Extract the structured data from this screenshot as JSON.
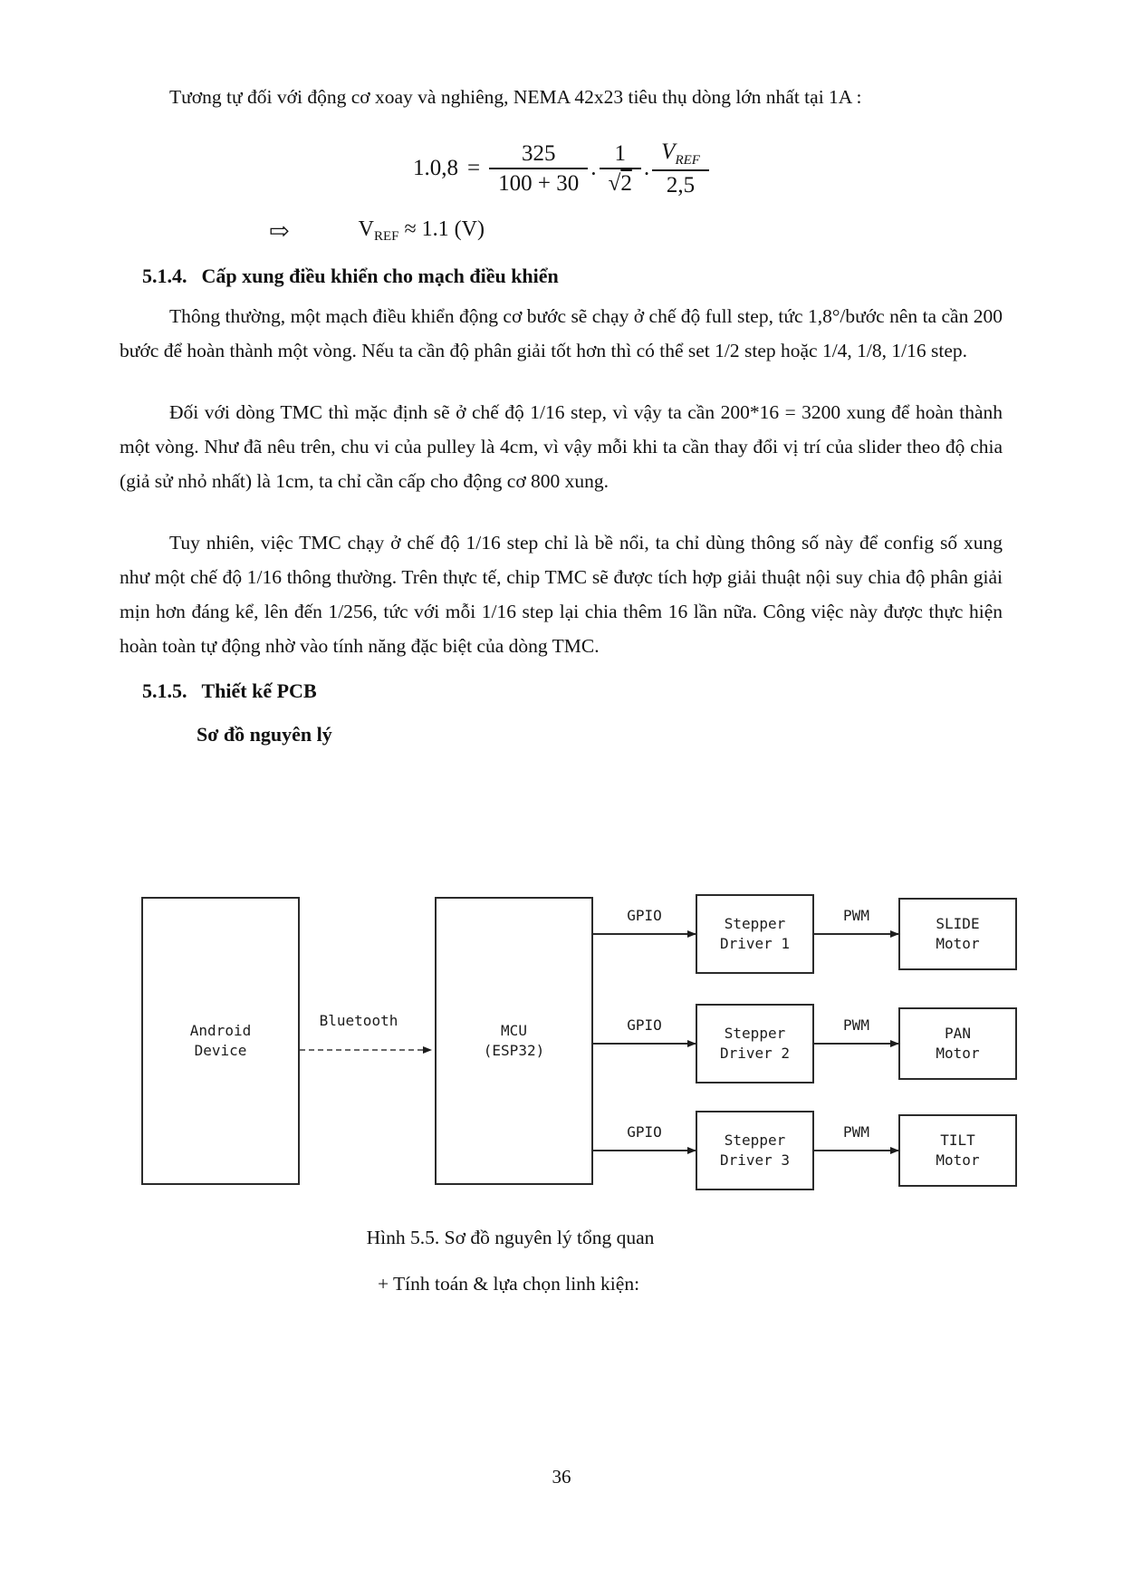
{
  "document": {
    "para_intro": "Tương tự đối với động cơ xoay và nghiêng, NEMA 42x23 tiêu thụ dòng lớn nhất tại 1A :",
    "formula": {
      "lhs": "1.0,8",
      "equals": "=",
      "frac1_num": "325",
      "frac1_den": "100 + 30",
      "dot1": "·",
      "frac2_num": "1",
      "frac2_den_radical": "√",
      "frac2_den_radicand": "2",
      "dot2": "·",
      "frac3_num_base": "V",
      "frac3_num_sub": "REF",
      "frac3_den": "2,5"
    },
    "result": {
      "arrow": "⇨",
      "var_base": "V",
      "var_sub": "REF",
      "value": " ≈ 1.1 (V)"
    },
    "heading_514": {
      "number": "5.1.4.",
      "title": "Cấp xung điều khiển cho mạch điều khiển"
    },
    "para_fullstep": "Thông thường, một mạch điều khiển động cơ bước sẽ chạy ở chế độ full step, tức 1,8°/bước nên ta cần 200 bước để hoàn thành một vòng. Nếu ta cần độ phân giải tốt hơn thì có thể set 1/2 step hoặc 1/4, 1/8, 1/16 step.",
    "para_tmc": "Đối với dòng TMC thì mặc định sẽ ở chế độ 1/16 step, vì vậy ta cần 200*16 = 3200 xung để hoàn thành một vòng. Như đã nêu trên, chu vi của pulley là 4cm, vì vậy mỗi khi ta cần thay đổi vị trí của slider theo độ chia (giả sử nhỏ nhất) là 1cm, ta chỉ cần cấp cho động cơ 800 xung.",
    "para_interpolation": "Tuy nhiên, việc TMC chạy ở chế độ 1/16 step chỉ là bề nổi, ta chỉ dùng thông số này để config số xung như một chế độ 1/16 thông thường. Trên thực tế, chip TMC sẽ được tích hợp giải thuật nội suy chia độ phân giải mịn hơn đáng kể, lên đến 1/256, tức với mỗi 1/16 step lại chia thêm 16 lần nữa. Công việc này được thực hiện hoàn toàn tự động nhờ vào tính năng đặc biệt của dòng TMC.",
    "heading_515": {
      "number": "5.1.5.",
      "title": "Thiết kế PCB"
    },
    "subheading": "Sơ đồ nguyên lý",
    "caption": "Hình 5.5. Sơ đồ nguyên lý tổng quan",
    "note": "+ Tính toán & lựa chọn linh kiện:",
    "page_number": "36"
  },
  "diagram": {
    "android": {
      "line1": "Android",
      "line2": "Device"
    },
    "mcu": {
      "line1": "MCU",
      "line2": "(ESP32)"
    },
    "bluetooth_label": "Bluetooth",
    "rows": [
      {
        "bus_label": "GPIO",
        "signal_label": "PWM",
        "driver_line1": "Stepper",
        "driver_line2": "Driver 1",
        "motor_line1": "SLIDE",
        "motor_line2": "Motor"
      },
      {
        "bus_label": "GPIO",
        "signal_label": "PWM",
        "driver_line1": "Stepper",
        "driver_line2": "Driver 2",
        "motor_line1": "PAN",
        "motor_line2": "Motor"
      },
      {
        "bus_label": "GPIO",
        "signal_label": "PWM",
        "driver_line1": "Stepper",
        "driver_line2": "Driver 3",
        "motor_line1": "TILT",
        "motor_line2": "Motor"
      }
    ]
  }
}
